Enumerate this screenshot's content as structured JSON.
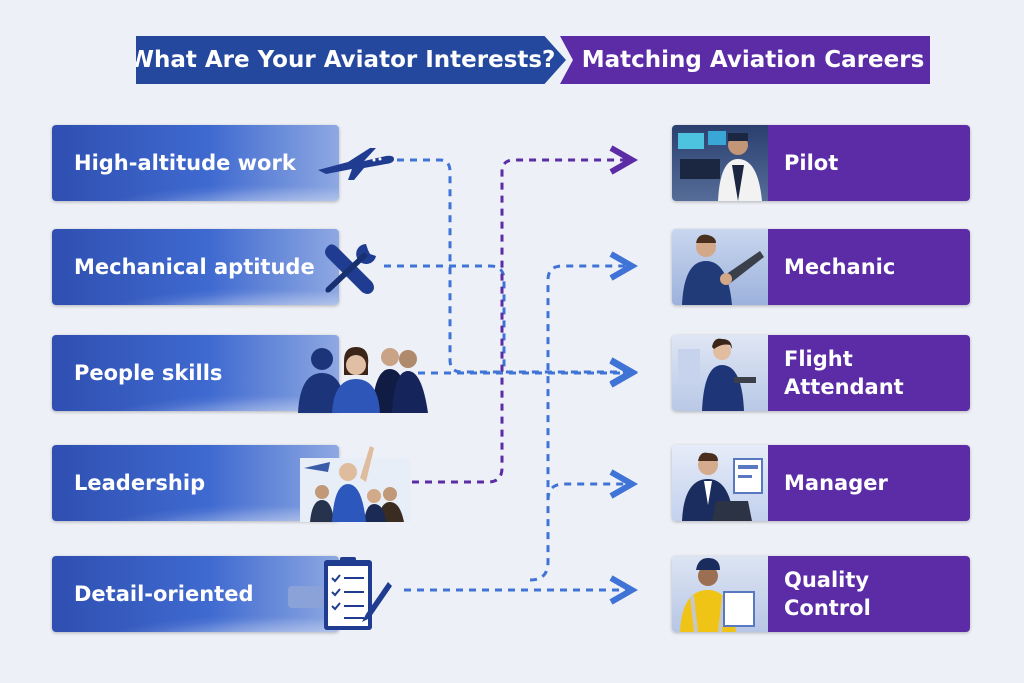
{
  "header": {
    "left_title": "What Are Your Aviator Interests?",
    "right_title": "Matching Aviation Careers"
  },
  "interests": [
    {
      "label": "High-altitude work",
      "icon": "airplane-icon"
    },
    {
      "label": "Mechanical aptitude",
      "icon": "wrench-screwdriver-icon"
    },
    {
      "label": "People skills",
      "icon": "people-group-icon"
    },
    {
      "label": "Leadership",
      "icon": "leader-team-icon"
    },
    {
      "label": "Detail-oriented",
      "icon": "clipboard-checklist-icon"
    }
  ],
  "careers": [
    {
      "line1": "Pilot",
      "line2": ""
    },
    {
      "line1": "Mechanic",
      "line2": ""
    },
    {
      "line1": "Flight",
      "line2": "Attendant"
    },
    {
      "line1": "Manager",
      "line2": ""
    },
    {
      "line1": "Quality",
      "line2": "Control"
    }
  ],
  "colors": {
    "header_left": "#25489f",
    "header_right": "#5b2ca6",
    "interest_box": "#2f4fb1",
    "career_box": "#5b2ca6",
    "connector_blue": "#3f73d6",
    "connector_purple": "#5b2ca6"
  }
}
